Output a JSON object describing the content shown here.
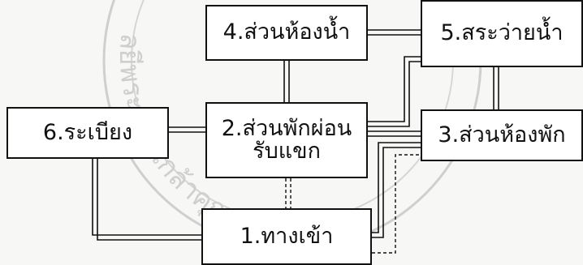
{
  "nodes": {
    "n1": "1.ทางเข้า",
    "n2_line1": "2.ส่วนพักผ่อน",
    "n2_line2": "รับแขก",
    "n3": "3.ส่วนห้องพัก",
    "n4": "4.ส่วนห้องน้ำ",
    "n5": "5.สระว่ายน้ำ",
    "n6": "6.ระเบียง"
  },
  "colors": {
    "line": "#111111",
    "box_border": "#111111",
    "seal": "#c9c9c9",
    "background": "#f7f7f5"
  },
  "watermark_text": "ลยีพระจอมเกล้าคุณ"
}
